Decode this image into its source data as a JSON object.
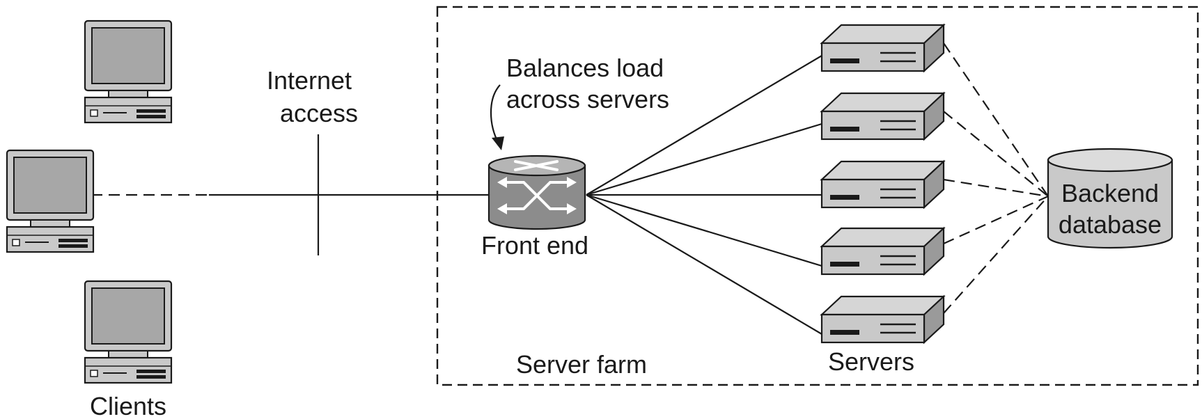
{
  "labels": {
    "internet_access_line1": "Internet",
    "internet_access_line2": "access",
    "annotation_line1": "Balances load",
    "annotation_line2": "across servers",
    "front_end": "Front end",
    "server_farm": "Server farm",
    "servers": "Servers",
    "clients": "Clients",
    "database_line1": "Backend",
    "database_line2": "database"
  },
  "counts": {
    "clients": 3,
    "servers": 5
  },
  "colors": {
    "ink": "#1a1a1a",
    "device_gray": "#c9c9c9",
    "device_dark": "#9a9a9a",
    "screen": "#a7a7a7",
    "router_body": "#8c8c8c",
    "router_top": "#b5b5b5"
  },
  "icons": [
    "desktop-computer-icon",
    "router-icon",
    "server-icon",
    "database-cylinder-icon"
  ]
}
